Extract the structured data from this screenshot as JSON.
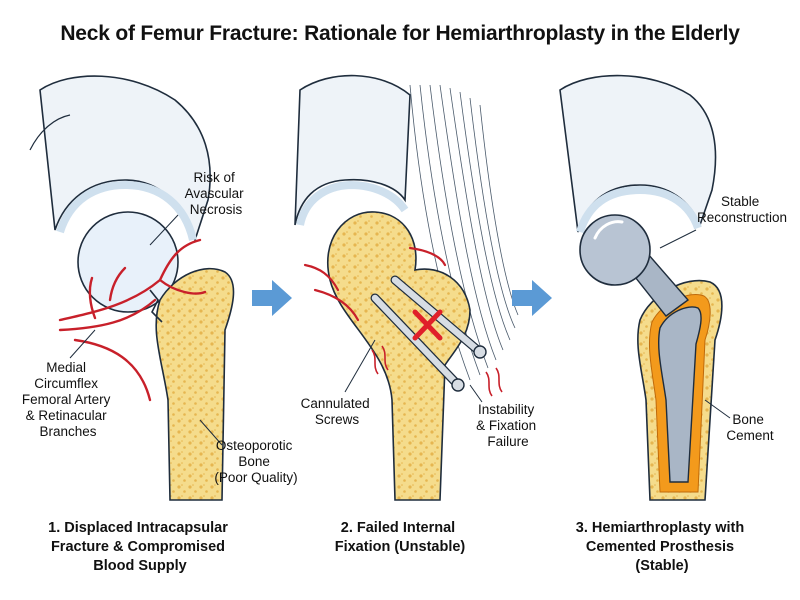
{
  "title": "Neck of Femur Fracture: Rationale for Hemiarthroplasty in the Elderly",
  "colors": {
    "bone": "#f5dc8c",
    "bone_pores": "#e6b650",
    "outline": "#1f2d3d",
    "pelvis_fill": "#eef3f8",
    "cartilage": "#cfe0ee",
    "artery": "#c8202a",
    "arrow": "#5b9ad5",
    "prosthesis": "#a9b6c6",
    "cement": "#f39a1c",
    "fail_mark": "#e0202a"
  },
  "panels": [
    {
      "labels": {
        "risk": [
          "Risk of",
          "Avascular",
          "Necrosis"
        ],
        "artery": [
          "Medial",
          "Circumflex",
          "Femoral Artery",
          "& Retinacular",
          "Branches"
        ],
        "bone": [
          "Osteoporotic",
          "Bone",
          "(Poor Quality)"
        ]
      },
      "caption": [
        "1. Displaced Intracapsular",
        "Fracture & Compromised",
        "Blood Supply"
      ]
    },
    {
      "labels": {
        "screws": [
          "Cannulated",
          "Screws"
        ],
        "failure": [
          "Instability",
          "& Fixation",
          "Failure"
        ]
      },
      "caption": [
        "2. Failed Internal",
        "Fixation (Unstable)"
      ]
    },
    {
      "labels": {
        "stable": [
          "Stable",
          "Reconstruction"
        ],
        "cement": [
          "Bone",
          "Cement"
        ]
      },
      "caption": [
        "3. Hemiarthroplasty with",
        "Cemented Prosthesis",
        "(Stable)"
      ]
    }
  ],
  "icons": [
    "arrow-right-icon",
    "fail-cross-icon"
  ]
}
